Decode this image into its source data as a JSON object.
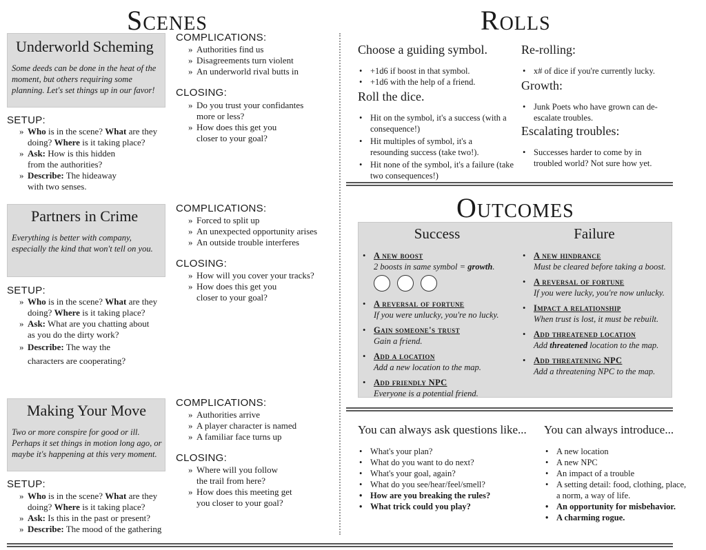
{
  "scenes": {
    "title": "Scenes",
    "items": [
      {
        "name": "Underworld Scheming",
        "desc": "Some deeds can be done in the heat of the moment, but others requiring some planning. Let's set things up in our favor!",
        "setup_label": "SETUP:",
        "setup": [
          {
            "b1": "Who",
            "t1": " is in the scene? ",
            "b2": "What",
            "t2": " are they doing? ",
            "b3": "Where",
            "t3": " is it taking place?"
          },
          {
            "b1": "Ask:",
            "t1": " How is this hidden from the authorities?"
          },
          {
            "b1": "Describe:",
            "t1": " The hideaway with two senses."
          }
        ],
        "complications_label": "COMPLICATIONS:",
        "complications": [
          "Authorities find us",
          "Disagreements turn violent",
          "An underworld rival butts in"
        ],
        "closing_label": "CLOSING:",
        "closing": [
          "Do you trust your confidantes more or less?",
          "How does this get you closer to your goal?"
        ]
      },
      {
        "name": "Partners in Crime",
        "desc": "Everything is better with company, especially the kind that won't tell on you.",
        "setup_label": "SETUP:",
        "setup": [
          {
            "b1": "Who",
            "t1": " is in the scene? ",
            "b2": "What",
            "t2": " are they doing? ",
            "b3": "Where",
            "t3": " is it taking place?"
          },
          {
            "b1": "Ask:",
            "t1": " What are you chatting about as you do the dirty work?"
          },
          {
            "b1": "Describe:",
            "t1": " The way the characters are cooperating?"
          }
        ],
        "complications_label": "COMPLICATIONS:",
        "complications": [
          "Forced to split up",
          "An unexpected opportunity arises",
          "An outside trouble interferes"
        ],
        "closing_label": "CLOSING:",
        "closing": [
          "How will you cover your tracks?",
          "How does this get you closer to your goal?"
        ]
      },
      {
        "name": "Making Your Move",
        "desc": "Two or more conspire for good or ill. Perhaps it set things in motion long ago, or maybe it's happening at this very moment.",
        "setup_label": "SETUP:",
        "setup": [
          {
            "b1": "Who",
            "t1": " is in the scene? ",
            "b2": "What",
            "t2": " are they doing? ",
            "b3": "Where",
            "t3": " is it taking place?"
          },
          {
            "b1": "Ask:",
            "t1": " Is this in the past or present?"
          },
          {
            "b1": "Describe:",
            "t1": " The mood of the gathering"
          }
        ],
        "complications_label": "COMPLICATIONS:",
        "complications": [
          "Authorities arrive",
          "A player character is named",
          "A familiar face turns up"
        ],
        "closing_label": "CLOSING:",
        "closing": [
          "Where will you follow the trail from here?",
          "How does this meeting get you closer to your goal?"
        ]
      }
    ]
  },
  "rolls": {
    "title": "Rolls",
    "guiding_head": "Choose a guiding symbol.",
    "guiding": [
      "+1d6 if boost in that symbol.",
      "+1d6 with the help of a friend."
    ],
    "roll_head": "Roll the dice.",
    "roll": [
      "Hit on the symbol, it's a success (with a consequence!)",
      "Hit multiples of symbol, it's a resounding success (take two!).",
      "Hit none of the symbol, it's a failure (take two consequences!)"
    ],
    "reroll_head": "Re-rolling:",
    "reroll": [
      "x# of dice if you're currently lucky."
    ],
    "growth_head": "Growth:",
    "growth": [
      "Junk Poets who have grown can de-escalate troubles."
    ],
    "escalating_head": "Escalating troubles:",
    "escalating": [
      "Successes harder to come by in troubled world? Not sure how yet."
    ]
  },
  "outcomes": {
    "title": "Outcomes",
    "success_head": "Success",
    "failure_head": "Failure",
    "success": [
      {
        "name": "A new boost",
        "desc_pre": "2 boosts in same symbol = ",
        "desc_bold": "growth",
        "desc_post": "."
      },
      {
        "name": "A reversal of fortune",
        "desc_pre": "If you were unlucky, you're no lucky."
      },
      {
        "name": "Gain someone's trust",
        "desc_pre": "Gain a friend."
      },
      {
        "name": "Add a location",
        "desc_pre": "Add a new location to the map."
      },
      {
        "name": "Add friendly NPC",
        "desc_pre": "Everyone is a potential friend."
      }
    ],
    "failure": [
      {
        "name": "A new hindrance",
        "desc_pre": "Must be cleared before taking a boost."
      },
      {
        "name": "A reversal of fortune",
        "desc_pre": "If you were lucky, you're now unlucky."
      },
      {
        "name": "Impact a relationship",
        "desc_pre": "When trust is lost, it must be rebuilt."
      },
      {
        "name": "Add threatened location",
        "desc_pre": "Add ",
        "desc_bold": "threatened",
        "desc_post": " location to the map."
      },
      {
        "name": "Add threatening NPC",
        "desc_pre": "Add a threatening NPC to the map."
      }
    ]
  },
  "questions": {
    "head": "You can always ask questions like...",
    "items": [
      "What's your plan?",
      "What do you want to do next?",
      "What's your goal, again?",
      "What do you see/hear/feel/smell?"
    ],
    "bold_items": [
      "How are you breaking the rules?",
      "What trick could you play?"
    ]
  },
  "introduce": {
    "head": "You can always introduce...",
    "items": [
      "A new location",
      "A new NPC",
      "An impact of a trouble",
      "A setting detail: food, clothing, place, a norm, a way of life."
    ],
    "bold_items": [
      "An opportunity for misbehavior.",
      "A charming rogue."
    ]
  }
}
